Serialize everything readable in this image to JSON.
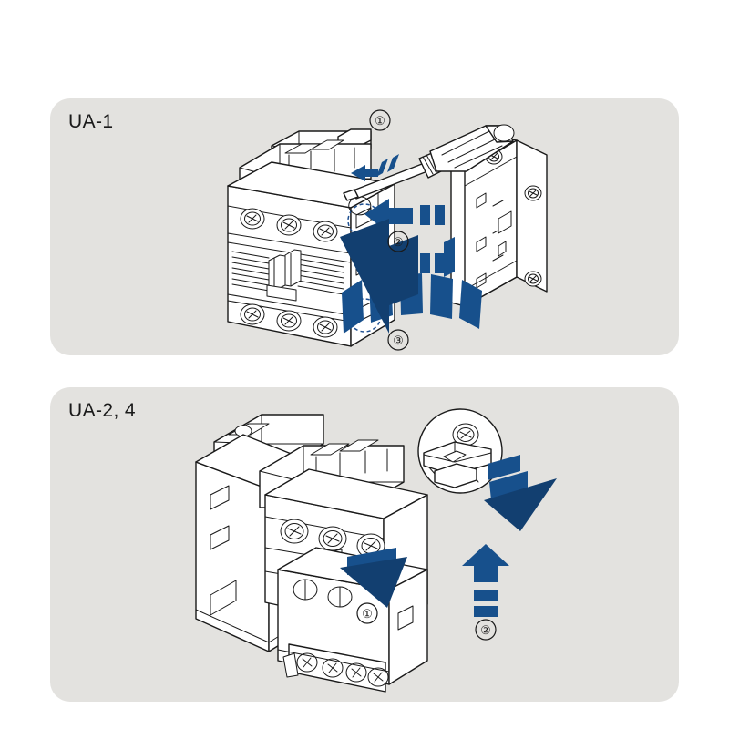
{
  "document": {
    "background_color": "#ffffff",
    "panel_color": "#e3e2df",
    "line_color": "#1a1a1a",
    "accent_blue": "#17508c",
    "accent_blue_dark": "#123f70",
    "dashed_marker_color": "#1d4f91"
  },
  "panels": [
    {
      "id": "ua-1",
      "label": "UA-1",
      "steps": [
        {
          "marker": "①",
          "action": "pry-with-screwdriver"
        },
        {
          "marker": "②",
          "action": "slide-module-left"
        },
        {
          "marker": "③",
          "action": "swing-module-into-place"
        }
      ],
      "tools": [
        {
          "name": "screwdriver",
          "label": ""
        }
      ],
      "parts": [
        {
          "name": "contactor-body",
          "label": ""
        },
        {
          "name": "side-mount-module",
          "label": ""
        }
      ]
    },
    {
      "id": "ua-2-4",
      "label": "UA-2, 4",
      "steps": [
        {
          "marker": "①",
          "action": "press-down-latch"
        },
        {
          "marker": "②",
          "action": "lift-module-up"
        }
      ],
      "tools": [],
      "parts": [
        {
          "name": "contactor-body",
          "label": ""
        },
        {
          "name": "overload-relay",
          "label": ""
        },
        {
          "name": "detail-callout-circle",
          "label": ""
        }
      ]
    }
  ]
}
